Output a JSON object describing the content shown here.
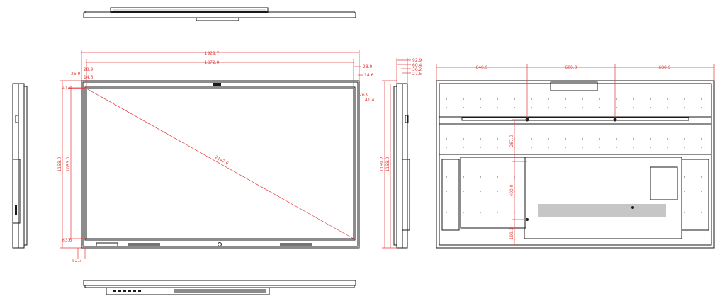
{
  "drawing": {
    "colors": {
      "outline": "#1a1a1a",
      "dimension": "#e23b3b",
      "background": "#ffffff"
    },
    "front_dims": {
      "overall_width": "1929.7",
      "active_width": "1872.0",
      "diagonal": "2147.6",
      "overall_height": "1158.0",
      "active_height": "1053.0",
      "top_bezel": "28.9",
      "top_inner_a": "26.9",
      "top_inner_b": "14.6",
      "left_offset": "41.4",
      "bottom_dim_a": "63.6",
      "bottom_dim_b": "52.7",
      "right_top": "28.9",
      "right_mid": "14.6",
      "right_inner": "26.9",
      "right_offset": "41.4"
    },
    "side_dims": {
      "depth_a": "92.9",
      "depth_b": "60.4",
      "depth_c": "36.2",
      "depth_d": "27.5",
      "height_a": "1159.2",
      "height_b": "1158.0"
    },
    "rear_dims": {
      "seg_left": "640.9",
      "seg_mid": "600.0",
      "seg_right": "680.9",
      "vesa_top": "287.0",
      "vesa_mid": "400.0",
      "vesa_bottom": "199.3"
    }
  }
}
